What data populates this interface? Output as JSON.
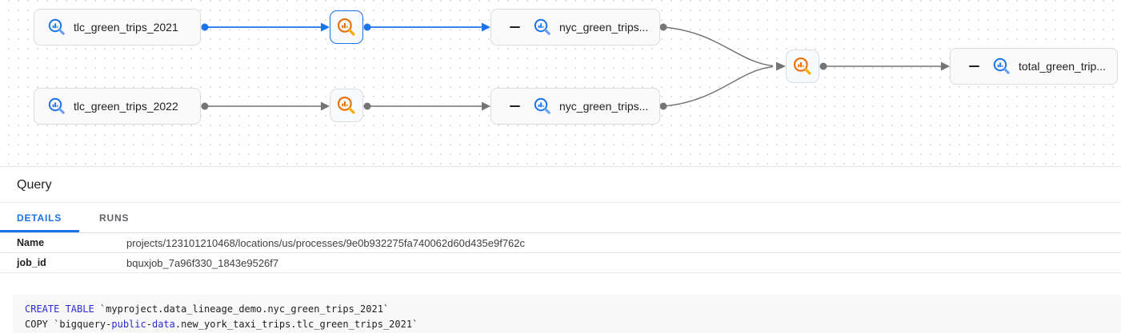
{
  "canvas": {
    "nodes": [
      {
        "label": "tlc_green_trips_2021",
        "type": "table"
      },
      {
        "label": "tlc_green_trips_2022",
        "type": "table"
      },
      {
        "label": "nyc_green_trips...",
        "type": "table",
        "collapse_control": true
      },
      {
        "label": "nyc_green_trips...",
        "type": "table",
        "collapse_control": true
      },
      {
        "label": "total_green_trip...",
        "type": "table",
        "collapse_control": true
      }
    ],
    "process_node_count": 3,
    "selected_process_index": 1,
    "icons": {
      "table": "bigquery-magnifier-chart-icon-blue",
      "process": "bigquery-magnifier-chart-icon-orange",
      "collapse": "minus-icon"
    }
  },
  "panel": {
    "title": "Query",
    "tabs": {
      "details": "DETAILS",
      "runs": "RUNS",
      "active": "DETAILS"
    },
    "fields": [
      {
        "label": "Name",
        "value": "projects/123101210468/locations/us/processes/9e0b932275fa740062d60d435e9f762c"
      },
      {
        "label": "job_id",
        "value": "bquxjob_7a96f330_1843e9526f7"
      }
    ]
  },
  "sql": {
    "line1": [
      {
        "text": "CREATE TABLE",
        "kind": "keyword"
      },
      {
        "text": " `myproject.data_lineage_demo.nyc_green_trips_2021`",
        "kind": "plain"
      }
    ],
    "line2": [
      {
        "text": "COPY `bigquery-",
        "kind": "plain"
      },
      {
        "text": "public",
        "kind": "keyword"
      },
      {
        "text": "-",
        "kind": "plain"
      },
      {
        "text": "data",
        "kind": "keyword"
      },
      {
        "text": ".new_york_taxi_trips.tlc_green_trips_2021`",
        "kind": "plain"
      }
    ]
  },
  "colors": {
    "accent_blue": "#1a73e8",
    "process_orange": "#e8710a",
    "process_handle": "#f9ab00",
    "table_handle": "#669df6",
    "edge_gray": "#757575",
    "keyword_blue": "#2b2bd6",
    "code_plain": "#202124"
  }
}
